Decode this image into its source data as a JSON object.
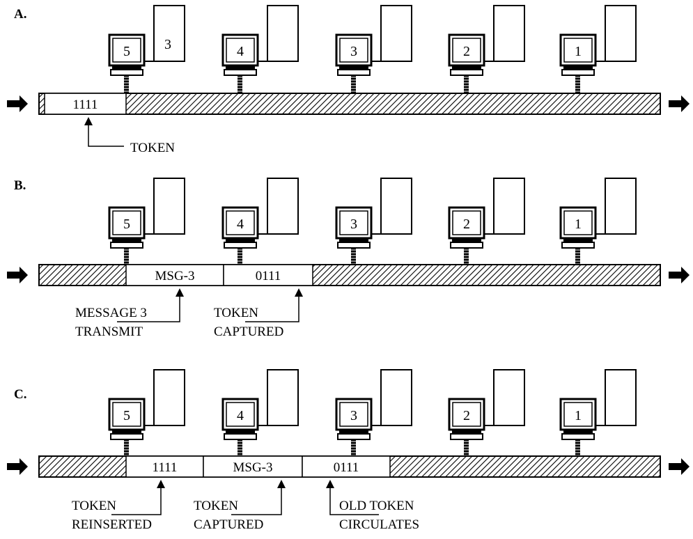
{
  "panels": [
    {
      "label": "A.",
      "stations": [
        "5",
        "4",
        "3",
        "2",
        "1"
      ],
      "paper_value": "3",
      "cells": [
        {
          "text": "1111"
        }
      ],
      "annotations": [
        {
          "lines": [
            "TOKEN"
          ]
        }
      ]
    },
    {
      "label": "B.",
      "stations": [
        "5",
        "4",
        "3",
        "2",
        "1"
      ],
      "paper_value": "",
      "cells": [
        {
          "text": "MSG-3"
        },
        {
          "text": "0111"
        }
      ],
      "annotations": [
        {
          "lines": [
            "MESSAGE 3",
            "TRANSMIT"
          ]
        },
        {
          "lines": [
            "TOKEN",
            "CAPTURED"
          ]
        }
      ]
    },
    {
      "label": "C.",
      "stations": [
        "5",
        "4",
        "3",
        "2",
        "1"
      ],
      "paper_value": "",
      "cells": [
        {
          "text": "1111"
        },
        {
          "text": "MSG-3"
        },
        {
          "text": "0111"
        }
      ],
      "annotations": [
        {
          "lines": [
            "TOKEN",
            "REINSERTED"
          ]
        },
        {
          "lines": [
            "TOKEN",
            "CAPTURED"
          ]
        },
        {
          "lines": [
            "OLD TOKEN",
            "CIRCULATES"
          ]
        }
      ]
    }
  ]
}
